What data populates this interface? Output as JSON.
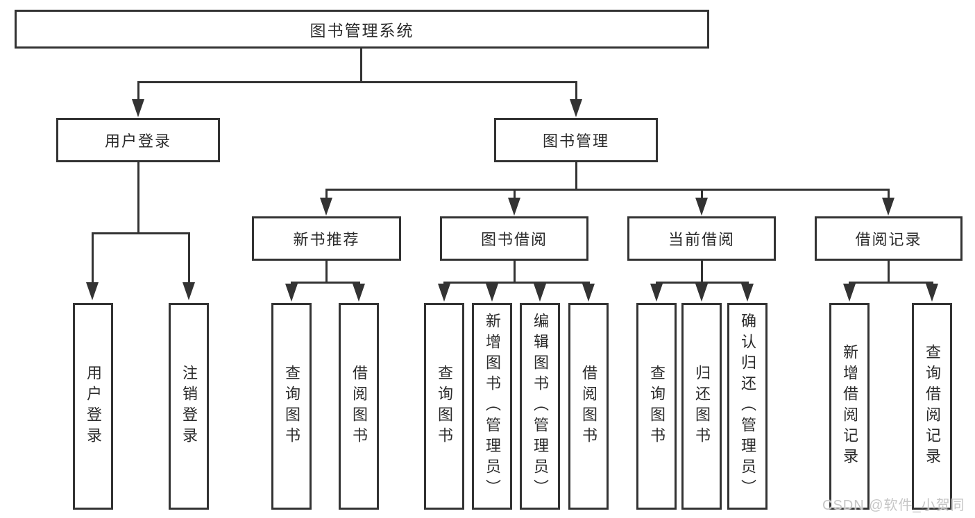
{
  "tree": {
    "label": "图书管理系统",
    "children": [
      {
        "label": "用户登录",
        "children": [
          {
            "label": "用户登录"
          },
          {
            "label": "注销登录"
          }
        ]
      },
      {
        "label": "图书管理",
        "children": [
          {
            "label": "新书推荐",
            "children": [
              {
                "label": "查询图书"
              },
              {
                "label": "借阅图书"
              }
            ]
          },
          {
            "label": "图书借阅",
            "children": [
              {
                "label": "查询图书"
              },
              {
                "label": "新增图书（管理员）"
              },
              {
                "label": "编辑图书（管理员）"
              },
              {
                "label": "借阅图书"
              }
            ]
          },
          {
            "label": "当前借阅",
            "children": [
              {
                "label": "查询图书"
              },
              {
                "label": "归还图书"
              },
              {
                "label": "确认归还（管理员）"
              }
            ]
          },
          {
            "label": "借阅记录",
            "children": [
              {
                "label": "新增借阅记录"
              },
              {
                "label": "查询借阅记录"
              }
            ]
          }
        ]
      }
    ]
  },
  "watermark": "CSDN @软件_小贺同学",
  "colors": {
    "line": "#333333",
    "text": "#2b2b2b",
    "watermark": "#c6c6c6",
    "background": "#ffffff"
  }
}
